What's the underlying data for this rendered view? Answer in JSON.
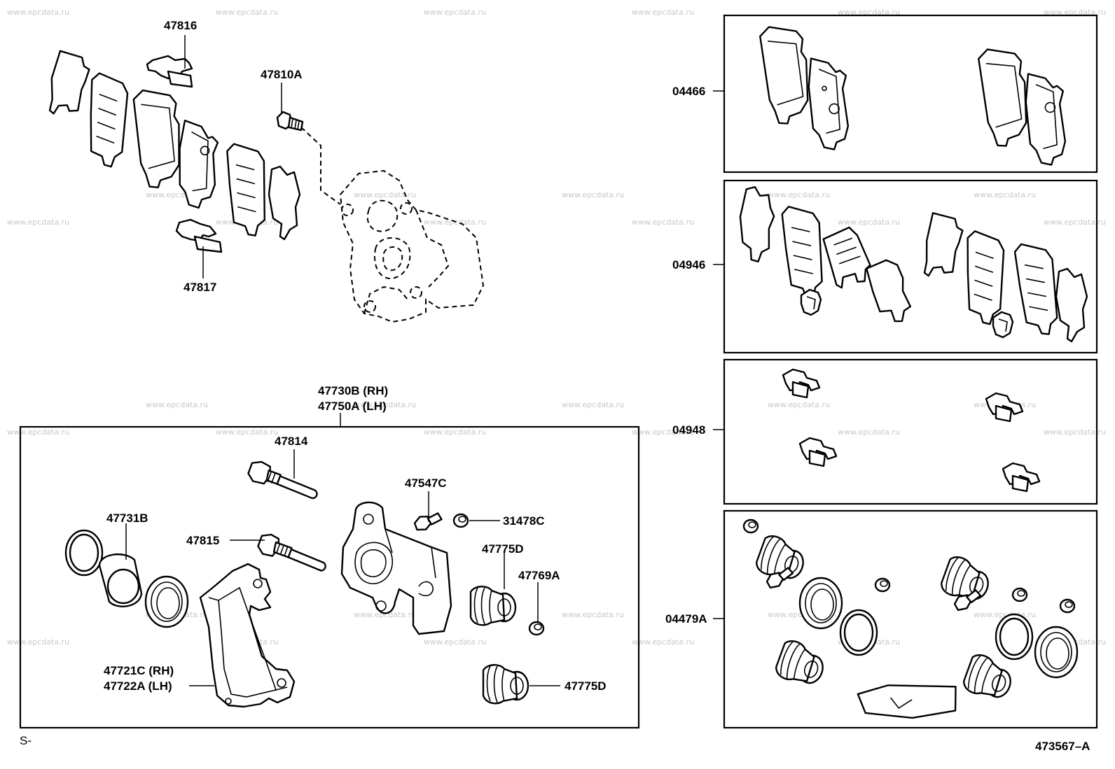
{
  "watermark": "www.epcdata.ru",
  "labels": {
    "p47816": "47816",
    "p47810A": "47810A",
    "p47817": "47817",
    "p47730B": "47730B (RH)",
    "p47750A": "47750A (LH)",
    "p47814": "47814",
    "p47547C": "47547C",
    "p31478C": "31478C",
    "p47731B": "47731B",
    "p47815": "47815",
    "p47775D_top": "47775D",
    "p47769A": "47769A",
    "p47721C": "47721C (RH)",
    "p47722A": "47722A (LH)",
    "p47775D_bottom": "47775D",
    "k04466": "04466",
    "k04946": "04946",
    "k04948": "04948",
    "k04479A": "04479A",
    "corner_left": "S-",
    "diagram_id": "473567–A"
  }
}
